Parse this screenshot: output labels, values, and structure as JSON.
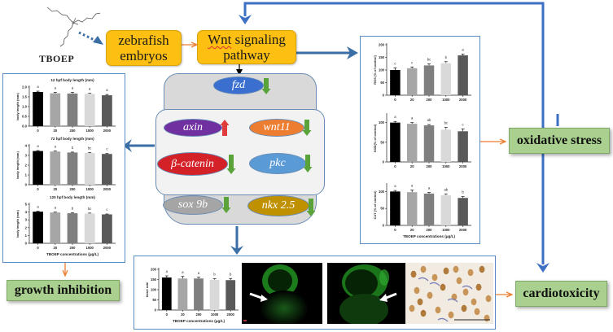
{
  "compound": {
    "label": "TBOEP"
  },
  "boxes": {
    "embryos": {
      "line1": "zebrafish",
      "line2": "embryos"
    },
    "wnt": {
      "word1": "Wnt",
      "rest": " signaling",
      "line2": "pathway"
    }
  },
  "genes": {
    "fzd": {
      "label": "fzd",
      "color": "#3a6fd0",
      "direction": "down"
    },
    "axin": {
      "label": "axin",
      "color": "#7030a0",
      "direction": "up"
    },
    "wnt11": {
      "label": "wnt11",
      "color": "#ed7d31",
      "direction": "down"
    },
    "bcatenin": {
      "label": "β-catenin",
      "color": "#d42027",
      "direction": "down"
    },
    "pkc": {
      "label": "pkc",
      "color": "#5b9bd5",
      "direction": "down"
    },
    "sox9b": {
      "label": "sox 9b",
      "color": "#a5a5a5",
      "direction": "down"
    },
    "nkx25": {
      "label": "nkx 2.5",
      "color": "#bf9000",
      "direction": "down"
    }
  },
  "outcomes": {
    "growth": "growth inhibition",
    "oxidative": "oxidative stress",
    "cardio": "cardiotoxicity"
  },
  "colors": {
    "up_arrow": "#e03c3c",
    "down_arrow": "#5aa33b",
    "flow_blue": "#3d6fc2",
    "orange_arrow": "#ed7d31"
  },
  "chart_data": [
    {
      "type": "bar",
      "title": "12 hpf body length (mm)",
      "ylabel": "body length (mm)",
      "xlabel": "",
      "categories": [
        "0",
        "20",
        "200",
        "1000",
        "2000"
      ],
      "values": [
        1.75,
        1.68,
        1.67,
        1.65,
        1.58
      ],
      "errors": [
        0.04,
        0.05,
        0.06,
        0.03,
        0.04
      ],
      "letters": [
        "a",
        "a",
        "a",
        "a",
        "a"
      ],
      "ylim": [
        0,
        2.0
      ],
      "yticks": [
        "0.0",
        "0.5",
        "1.0",
        "1.5",
        "2.0"
      ],
      "yvals": [
        0,
        0.5,
        1.0,
        1.5,
        2.0
      ]
    },
    {
      "type": "bar",
      "title": "72 hpf body length (mm)",
      "ylabel": "body length (mm)",
      "xlabel": "",
      "categories": [
        "0",
        "20",
        "200",
        "1000",
        "2000"
      ],
      "values": [
        3.45,
        3.4,
        3.3,
        3.25,
        3.15
      ],
      "errors": [
        0.05,
        0.06,
        0.04,
        0.05,
        0.04
      ],
      "letters": [
        "a",
        "a",
        "b",
        "bc",
        "c"
      ],
      "ylim": [
        0,
        4
      ],
      "yticks": [
        "0",
        "1",
        "2",
        "3",
        "4"
      ],
      "yvals": [
        0,
        1,
        2,
        3,
        4
      ]
    },
    {
      "type": "bar",
      "title": "120 hpf body length (mm)",
      "ylabel": "body length (mm)",
      "xlabel": "TBOEP concentrations (μg/L)",
      "categories": [
        "0",
        "20",
        "200",
        "1000",
        "2000"
      ],
      "values": [
        4.05,
        3.95,
        3.85,
        3.82,
        3.7
      ],
      "errors": [
        0.06,
        0.05,
        0.06,
        0.05,
        0.05
      ],
      "letters": [
        "a",
        "a",
        "b",
        "bc",
        "c"
      ],
      "ylim": [
        0,
        5
      ],
      "yticks": [
        "0",
        "1",
        "2",
        "3",
        "4",
        "5"
      ],
      "yvals": [
        0,
        1,
        2,
        3,
        4,
        5
      ]
    },
    {
      "type": "bar",
      "title": "",
      "ylabel": "ROS (% of control)",
      "xlabel": "",
      "categories": [
        "0",
        "20",
        "200",
        "1000",
        "2000"
      ],
      "values": [
        100,
        107,
        118,
        127,
        158
      ],
      "errors": [
        8,
        5,
        6,
        6,
        5
      ],
      "letters": [
        "c",
        "c",
        "bc",
        "b",
        "a"
      ],
      "ylim": [
        0,
        200
      ],
      "yticks": [
        "0",
        "50",
        "100",
        "150",
        "200"
      ],
      "yvals": [
        0,
        50,
        100,
        150,
        200
      ]
    },
    {
      "type": "bar",
      "title": "",
      "ylabel": "SOD(% of control)",
      "xlabel": "",
      "categories": [
        "0",
        "20",
        "200",
        "1000",
        "2000"
      ],
      "values": [
        100,
        97,
        93,
        82,
        78
      ],
      "errors": [
        3,
        3,
        2,
        6,
        6
      ],
      "letters": [
        "a",
        "a",
        "ab",
        "bc",
        "c"
      ],
      "ylim": [
        0,
        120
      ],
      "yticks": [
        "0",
        "50",
        "100"
      ],
      "yvals": [
        0,
        50,
        100
      ]
    },
    {
      "type": "bar",
      "title": "",
      "ylabel": "CAT (% of control)",
      "xlabel": "TBOEP concentrations (μg/L)",
      "categories": [
        "0",
        "20",
        "200",
        "1000",
        "2000"
      ],
      "values": [
        100,
        98,
        94,
        89,
        81
      ],
      "errors": [
        3,
        6,
        3,
        4,
        4
      ],
      "letters": [
        "a",
        "a",
        "a",
        "ab",
        "b"
      ],
      "ylim": [
        0,
        120
      ],
      "yticks": [
        "0",
        "50",
        "100"
      ],
      "yvals": [
        0,
        50,
        100
      ]
    },
    {
      "type": "bar",
      "title": "",
      "ylabel": "heart rate",
      "xlabel": "TBOEP concentrations (μg/L)",
      "categories": [
        "0",
        "20",
        "200",
        "1000",
        "2000"
      ],
      "values": [
        160,
        155,
        155,
        148,
        147
      ],
      "errors": [
        8,
        10,
        6,
        6,
        8
      ],
      "letters": [
        "a",
        "a",
        "a",
        "b",
        "b"
      ],
      "ylim": [
        0,
        200
      ],
      "yticks": [
        "0",
        "50",
        "100",
        "150",
        "200"
      ],
      "yvals": [
        0,
        50,
        100,
        150,
        200
      ]
    }
  ]
}
